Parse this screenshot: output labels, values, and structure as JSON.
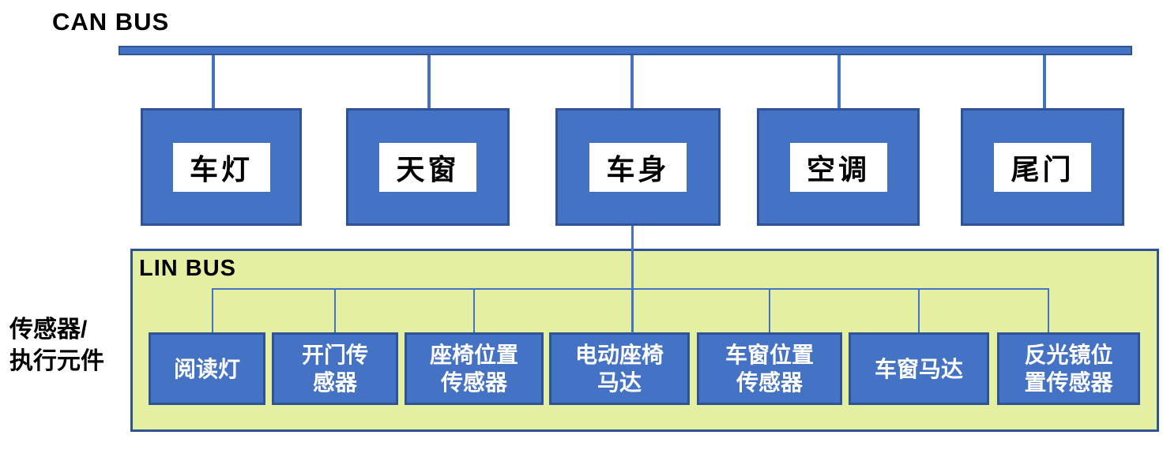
{
  "can_bus": {
    "label": "CAN BUS",
    "nodes": [
      {
        "label": "车灯"
      },
      {
        "label": "天窗"
      },
      {
        "label": "车身"
      },
      {
        "label": "空调"
      },
      {
        "label": "尾门"
      }
    ]
  },
  "lin_bus": {
    "label": "LIN BUS",
    "nodes": [
      {
        "label": "阅读灯",
        "lines": [
          "阅读灯"
        ]
      },
      {
        "label": "开门传感器",
        "lines": [
          "开门传",
          "感器"
        ]
      },
      {
        "label": "座椅位置传感器",
        "lines": [
          "座椅位置",
          "传感器"
        ]
      },
      {
        "label": "电动座椅马达",
        "lines": [
          "电动座椅",
          "马达"
        ]
      },
      {
        "label": "车窗位置传感器",
        "lines": [
          "车窗位置",
          "传感器"
        ]
      },
      {
        "label": "车窗马达",
        "lines": [
          "车窗马达"
        ]
      },
      {
        "label": "反光镜位置传感器",
        "lines": [
          "反光镜位",
          "置传感器"
        ]
      }
    ]
  },
  "side_label": {
    "lines": [
      "传感器/",
      "执行元件"
    ]
  },
  "colors": {
    "node_fill": "#4472C4",
    "node_border": "#2F5496",
    "bus_line": "#4472C4",
    "lin_panel_fill": "#E5EFA2",
    "node_text": "#FFFFFF",
    "label_text": "#000000",
    "background": "#FFFFFF"
  }
}
